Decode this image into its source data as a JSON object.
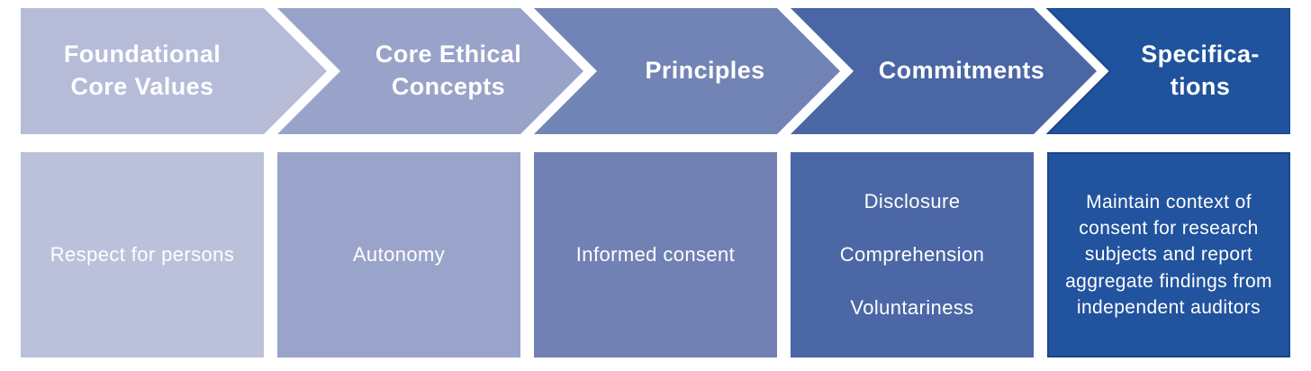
{
  "text_color": "#ffffff",
  "background_color": "#ffffff",
  "stages": [
    {
      "title": "Foundational\nCore Values",
      "arrow_color": "#b6bcd8",
      "box_color": "#bcc1db",
      "box_lines": [
        "Respect for persons"
      ]
    },
    {
      "title": "Core Ethical\nConcepts",
      "arrow_color": "#99a3c9",
      "box_color": "#9aa4ca",
      "box_lines": [
        "Autonomy"
      ]
    },
    {
      "title": "Principles",
      "arrow_color": "#7283b5",
      "box_color": "#7181b4",
      "box_lines": [
        "Informed consent"
      ]
    },
    {
      "title": "Commitments",
      "arrow_color": "#4a66a4",
      "box_color": "#4b67a5",
      "box_lines": [
        "Disclosure",
        "Comprehension",
        "Voluntariness"
      ]
    },
    {
      "title": "Specifica-\ntions",
      "arrow_color": "#20539d",
      "box_color": "#21539e",
      "border_color": "#1a4689",
      "box_lines": [
        "Maintain context of consent for research subjects and report aggregate findings from independent auditors"
      ]
    }
  ]
}
